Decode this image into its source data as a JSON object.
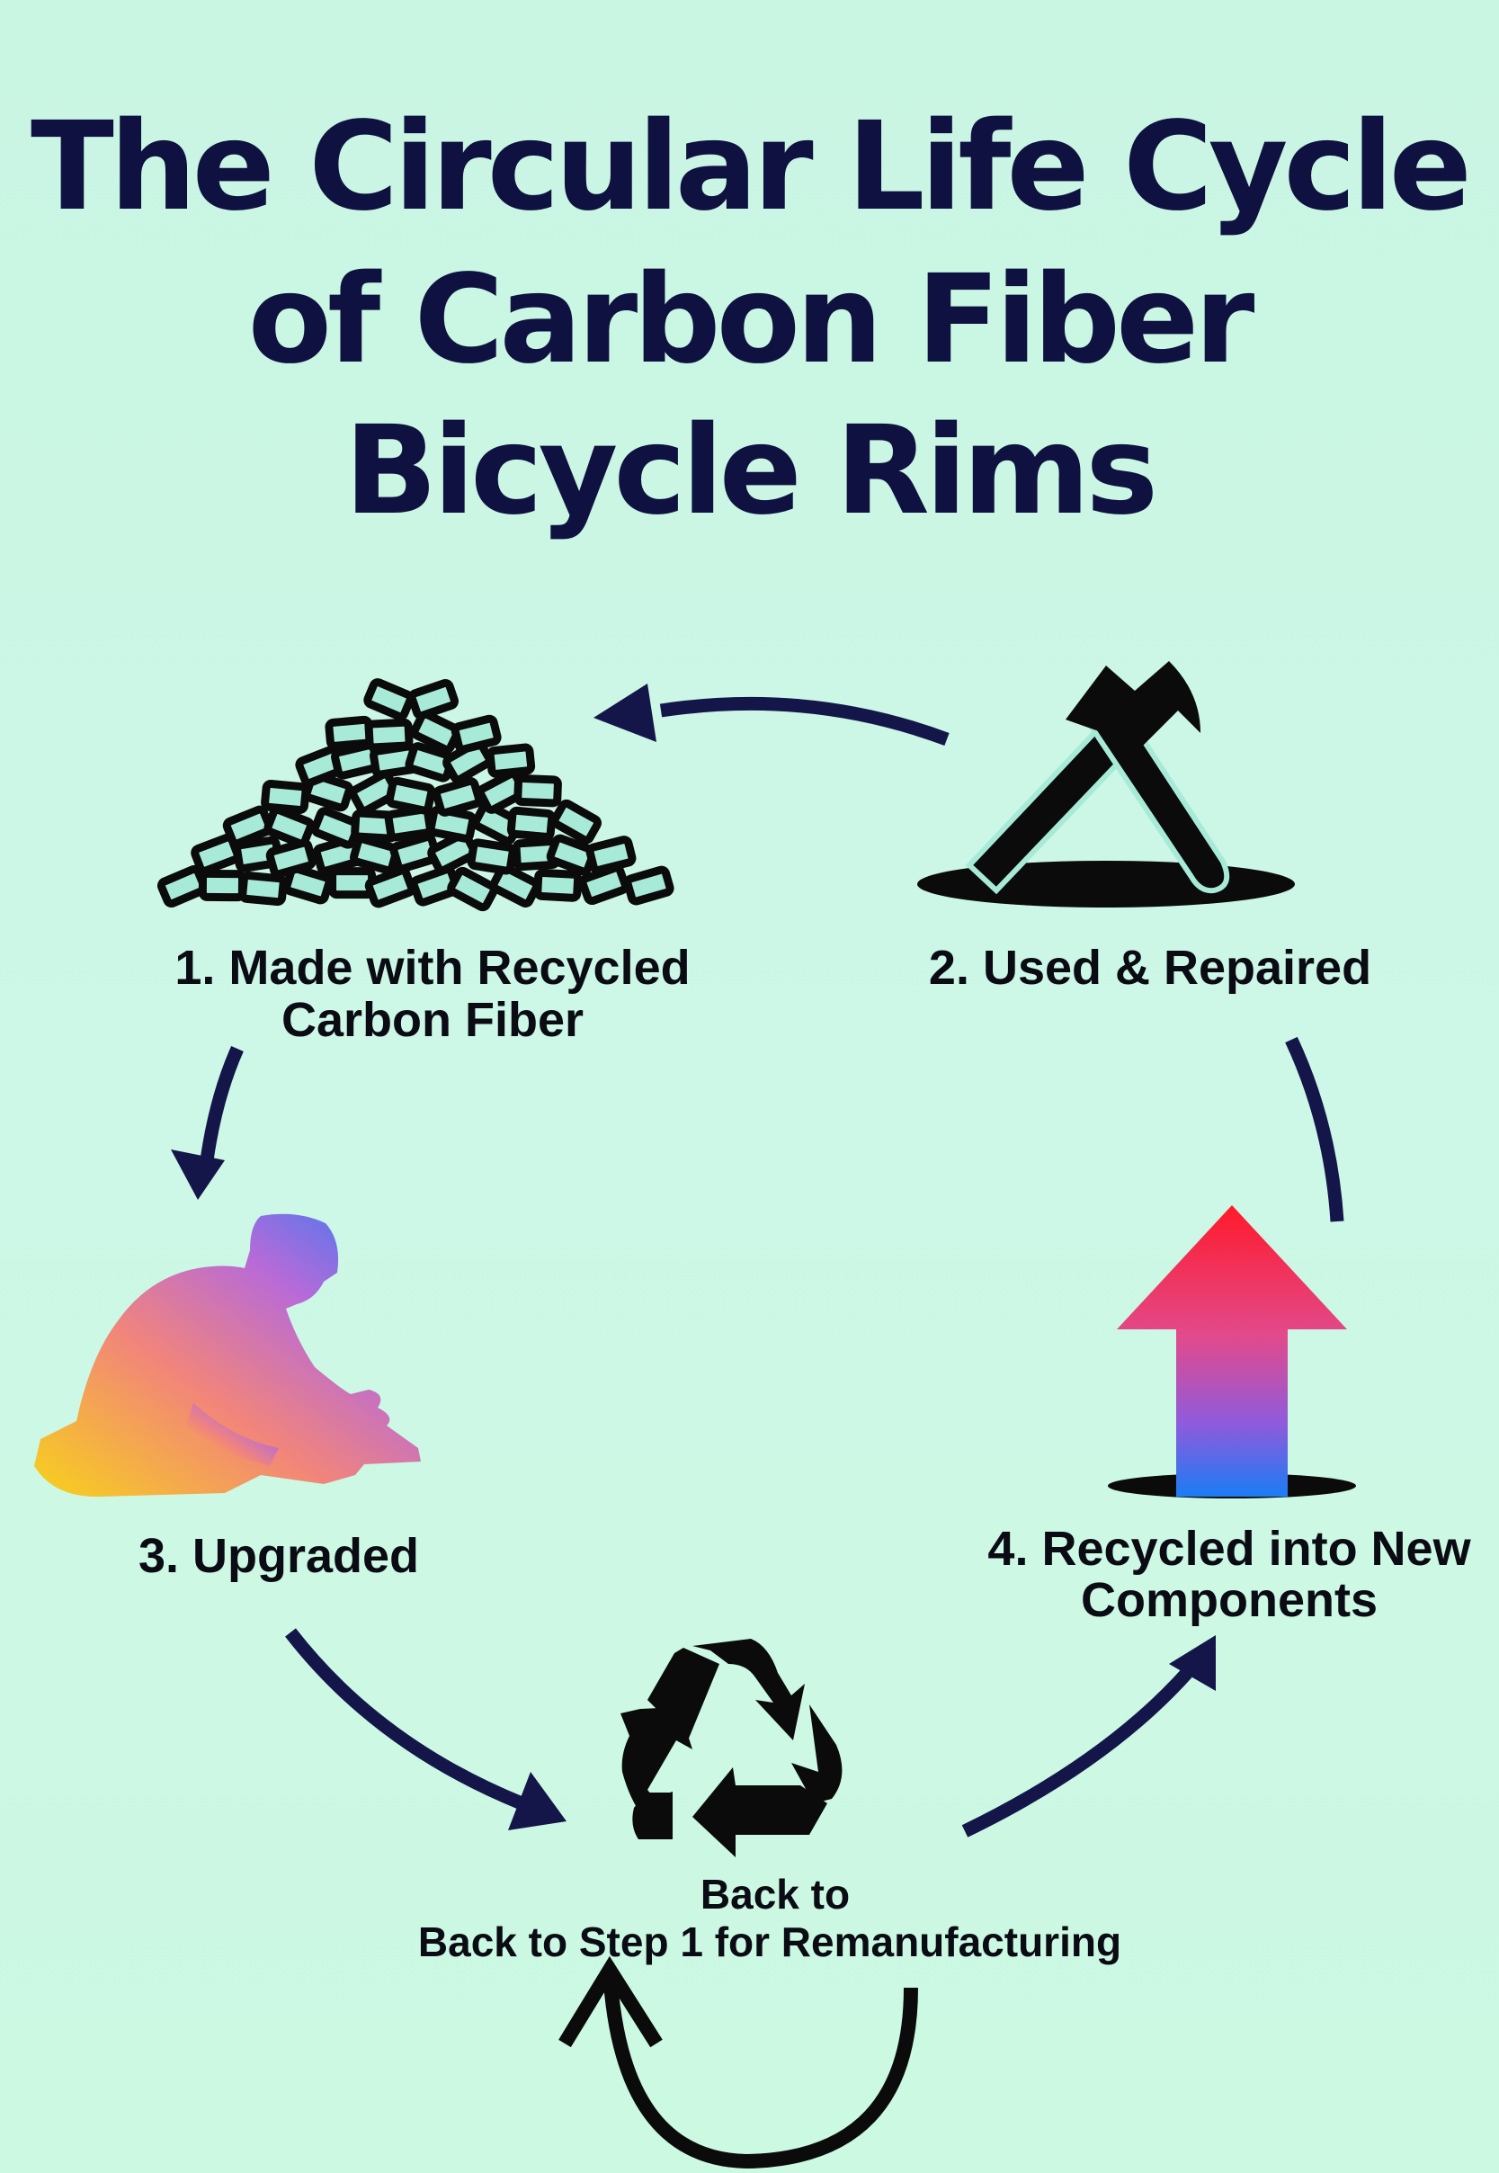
{
  "title": {
    "line1": "The Circular Life Cycle",
    "line2": "of Carbon Fiber",
    "line3": "Bicycle Rims"
  },
  "steps": [
    {
      "line1": "1. Made with Recycled",
      "line2": "Carbon Fiber",
      "icon": "carbon-fiber-pile-icon"
    },
    {
      "line1": "2. Used & Repaired",
      "icon": "hammer-icon"
    },
    {
      "line1": "3. Upgraded",
      "icon": "worker-icon"
    },
    {
      "line1": "4. Recycled into New",
      "line2": "Components",
      "icon": "up-arrow-icon"
    }
  ],
  "center": {
    "line1": "Back to",
    "line2": "Back to Step 1 for Remanufacturing",
    "icon": "recycle-icon"
  },
  "colors": {
    "background": "#c9f5e3",
    "title": "#0f1240",
    "arrow": "#14164a",
    "pile_fill": "#a8ead8"
  }
}
